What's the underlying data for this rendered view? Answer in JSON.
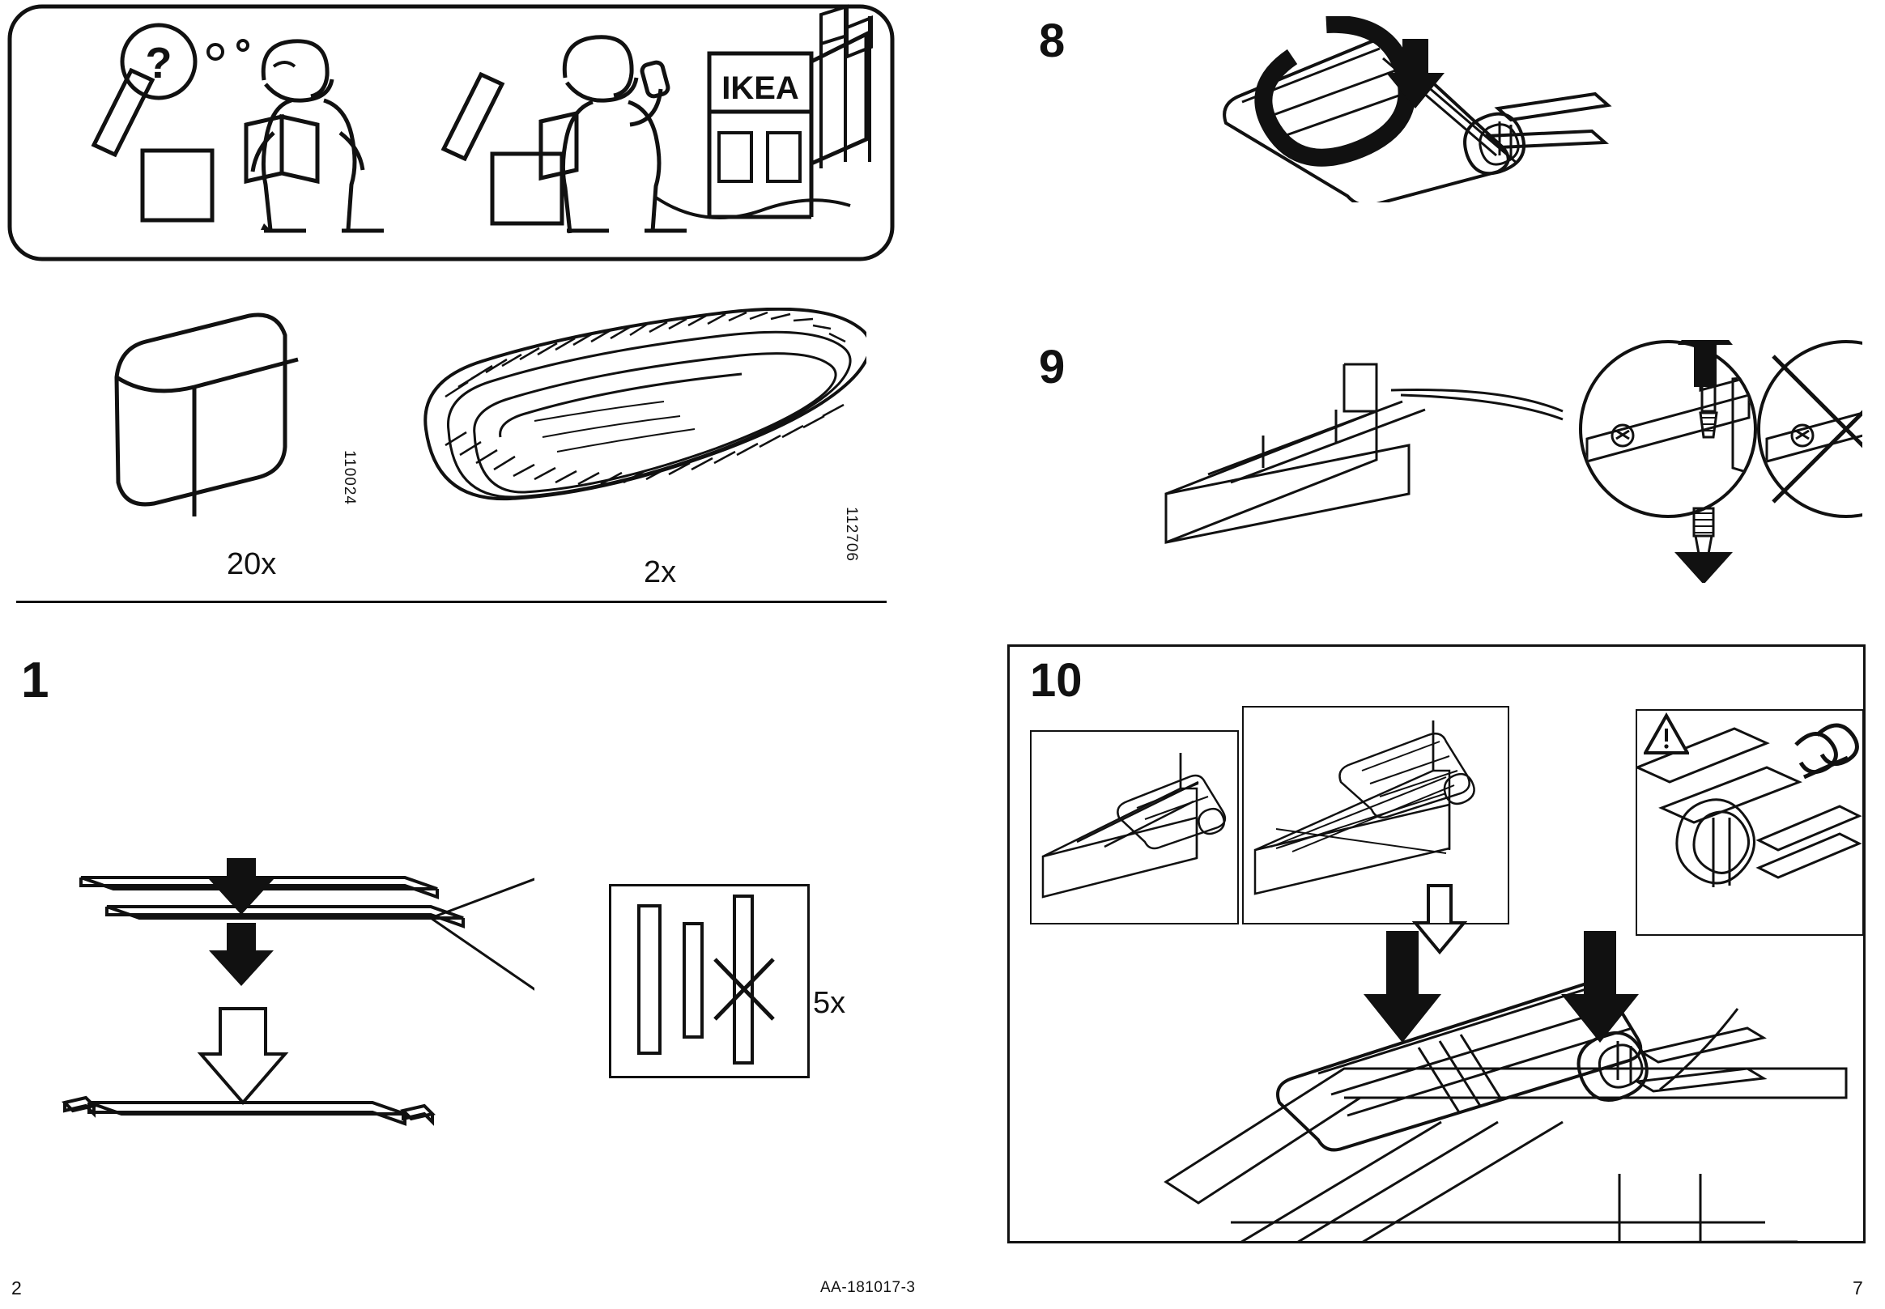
{
  "document": {
    "type": "ikea-assembly-instructions",
    "left_page_number": "2",
    "right_page_number": "7",
    "doc_id": "AA-181017-3"
  },
  "left_page": {
    "info_panel": {
      "name": "customer-service-illustration",
      "question_mark": "?",
      "store_sign": "IKEA"
    },
    "parts": [
      {
        "name": "dowel-part",
        "quantity": "20x",
        "code": "110024"
      },
      {
        "name": "slatted-base-roll-part",
        "quantity": "2x",
        "code": "112706"
      }
    ],
    "step": {
      "number": "1",
      "detail_quantity": "5x"
    }
  },
  "right_page": {
    "steps": [
      {
        "number": "8"
      },
      {
        "number": "9"
      },
      {
        "number": "10",
        "warning": "!"
      }
    ]
  }
}
